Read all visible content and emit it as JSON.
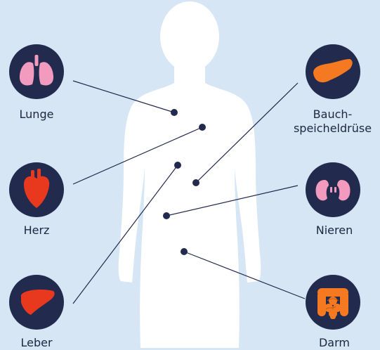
{
  "organs": {
    "lunge": {
      "label": "Lunge",
      "icon": "lungs-icon"
    },
    "herz": {
      "label": "Herz",
      "icon": "heart-icon"
    },
    "leber": {
      "label": "Leber",
      "icon": "liver-icon"
    },
    "bauch": {
      "label_line1": "Bauch-",
      "label_line2": "speicheldrüse",
      "icon": "pancreas-icon"
    },
    "nieren": {
      "label": "Nieren",
      "icon": "kidneys-icon"
    },
    "darm": {
      "label": "Darm",
      "icon": "intestines-icon"
    }
  },
  "colors": {
    "background": "#d6e6f5",
    "body_silhouette": "#ffffff",
    "circle": "#222a4e",
    "connector": "#222a4e",
    "lungs": "#f29bbf",
    "heart": "#e8391f",
    "liver": "#e8391f",
    "pancreas": "#f47920",
    "kidneys": "#f29bbf",
    "intestines": "#f47920"
  }
}
